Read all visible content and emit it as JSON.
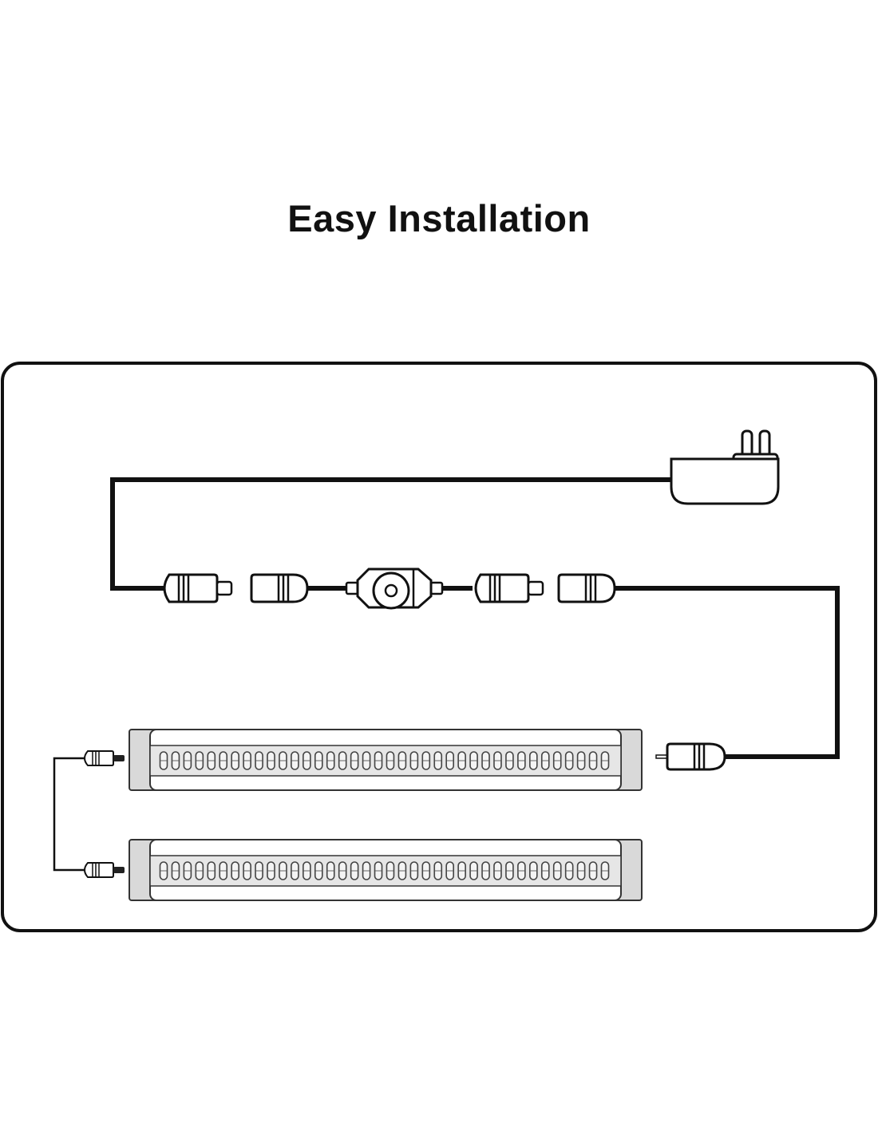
{
  "title": "Easy Installation",
  "diagram": {
    "components": [
      {
        "id": "power-adapter",
        "label": "Power adapter (wall plug)"
      },
      {
        "id": "male-plug-1",
        "label": "Male DC plug"
      },
      {
        "id": "female-socket-1",
        "label": "Female DC socket"
      },
      {
        "id": "dimmer-switch",
        "label": "Inline dimmer switch"
      },
      {
        "id": "male-plug-2",
        "label": "Male DC plug"
      },
      {
        "id": "female-socket-2",
        "label": "Female DC socket"
      },
      {
        "id": "strip-input-plug",
        "label": "LED bar input plug"
      },
      {
        "id": "led-bar-1",
        "label": "LED light bar"
      },
      {
        "id": "led-bar-2",
        "label": "LED light bar"
      },
      {
        "id": "link-connector-1",
        "label": "Linking connector"
      },
      {
        "id": "link-connector-2",
        "label": "Linking connector"
      }
    ],
    "leds_per_bar": 38,
    "colors": {
      "line": "#111111",
      "bar_fill": "#e6e6e6",
      "endcap": "#d9d9d9"
    }
  }
}
